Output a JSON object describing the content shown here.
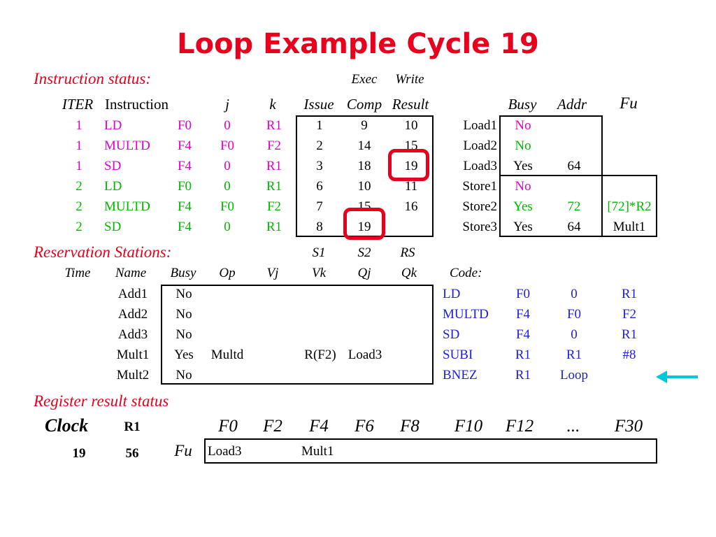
{
  "title": "Loop Example Cycle 19",
  "instruction_status": {
    "heading": "Instruction status:",
    "exec_label": "Exec",
    "write_label": "Write",
    "headers": {
      "iter": "ITER",
      "instruction": "Instruction",
      "j": "j",
      "k": "k",
      "issue": "Issue",
      "comp": "Comp",
      "result": "Result"
    },
    "rows": [
      {
        "iter": "1",
        "op": "LD",
        "dest": "F0",
        "j": "0",
        "k": "R1",
        "issue": "1",
        "comp": "9",
        "result": "10"
      },
      {
        "iter": "1",
        "op": "MULTD",
        "dest": "F4",
        "j": "F0",
        "k": "F2",
        "issue": "2",
        "comp": "14",
        "result": "15"
      },
      {
        "iter": "1",
        "op": "SD",
        "dest": "F4",
        "j": "0",
        "k": "R1",
        "issue": "3",
        "comp": "18",
        "result": "19"
      },
      {
        "iter": "2",
        "op": "LD",
        "dest": "F0",
        "j": "0",
        "k": "R1",
        "issue": "6",
        "comp": "10",
        "result": "11"
      },
      {
        "iter": "2",
        "op": "MULTD",
        "dest": "F4",
        "j": "F0",
        "k": "F2",
        "issue": "7",
        "comp": "15",
        "result": "16"
      },
      {
        "iter": "2",
        "op": "SD",
        "dest": "F4",
        "j": "0",
        "k": "R1",
        "issue": "8",
        "comp": "19",
        "result": ""
      }
    ]
  },
  "load_store": {
    "headers": {
      "busy": "Busy",
      "addr": "Addr",
      "fu": "Fu"
    },
    "rows": [
      {
        "name": "Load1",
        "busy": "No",
        "addr": "",
        "fu": ""
      },
      {
        "name": "Load2",
        "busy": "No",
        "addr": "",
        "fu": ""
      },
      {
        "name": "Load3",
        "busy": "Yes",
        "addr": "64",
        "fu": ""
      },
      {
        "name": "Store1",
        "busy": "No",
        "addr": "",
        "fu": ""
      },
      {
        "name": "Store2",
        "busy": "Yes",
        "addr": "72",
        "fu": "[72]*R2"
      },
      {
        "name": "Store3",
        "busy": "Yes",
        "addr": "64",
        "fu": "Mult1"
      }
    ]
  },
  "reservation_stations": {
    "heading": "Reservation Stations:",
    "top_headers": {
      "s1": "S1",
      "s2": "S2",
      "rs": "RS"
    },
    "headers": {
      "time": "Time",
      "name": "Name",
      "busy": "Busy",
      "op": "Op",
      "vj": "Vj",
      "vk": "Vk",
      "qj": "Qj",
      "qk": "Qk"
    },
    "rows": [
      {
        "name": "Add1",
        "busy": "No",
        "op": "",
        "vj": "",
        "vk": "",
        "qj": "",
        "qk": ""
      },
      {
        "name": "Add2",
        "busy": "No",
        "op": "",
        "vj": "",
        "vk": "",
        "qj": "",
        "qk": ""
      },
      {
        "name": "Add3",
        "busy": "No",
        "op": "",
        "vj": "",
        "vk": "",
        "qj": "",
        "qk": ""
      },
      {
        "name": "Mult1",
        "busy": "Yes",
        "op": "Multd",
        "vj": "",
        "vk": "R(F2)",
        "qj": "Load3",
        "qk": ""
      },
      {
        "name": "Mult2",
        "busy": "No",
        "op": "",
        "vj": "",
        "vk": "",
        "qj": "",
        "qk": ""
      }
    ]
  },
  "code": {
    "label": "Code:",
    "lines": [
      {
        "op": "LD",
        "a": "F0",
        "b": "0",
        "c": "R1"
      },
      {
        "op": "MULTD",
        "a": "F4",
        "b": "F0",
        "c": "F2"
      },
      {
        "op": "SD",
        "a": "F4",
        "b": "0",
        "c": "R1"
      },
      {
        "op": "SUBI",
        "a": "R1",
        "b": "R1",
        "c": "#8"
      },
      {
        "op": "BNEZ",
        "a": "R1",
        "b": "Loop",
        "c": ""
      }
    ]
  },
  "register_result": {
    "heading": "Register result status",
    "clock_label": "Clock",
    "r1_label": "R1",
    "fu_label": "Fu",
    "clock": "19",
    "r1": "56",
    "registers": [
      "F0",
      "F2",
      "F4",
      "F6",
      "F8",
      "F10",
      "F12",
      "...",
      "F30"
    ],
    "fu": [
      "Load3",
      "",
      "Mult1",
      "",
      "",
      "",
      "",
      "",
      ""
    ]
  },
  "colors": {
    "title": "#e8001c",
    "iteration_1": "#e000d0",
    "iteration_2": "#00b800",
    "code": "#2020e0",
    "arrow": "#00c8d8"
  }
}
